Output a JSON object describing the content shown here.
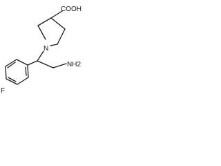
{
  "molecule": {
    "labels": {
      "carboxyl": "COOH",
      "ring_nitrogen": "N",
      "amine": "NH2",
      "fluorine": "F"
    }
  }
}
